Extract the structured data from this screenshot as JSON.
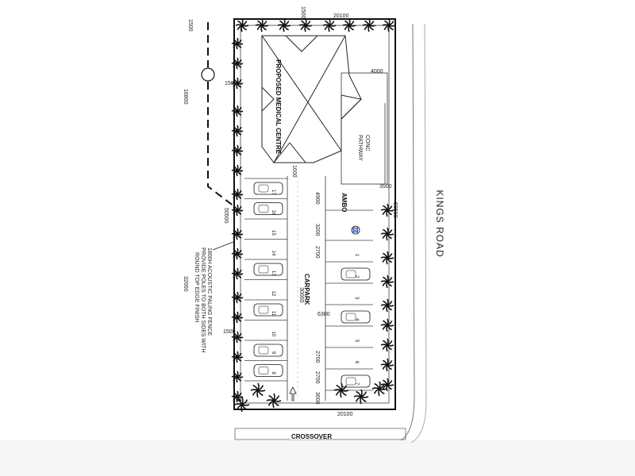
{
  "plan": {
    "road_name": "KINGS ROAD",
    "building_label": "PROPOSED MEDICAL CENTRE",
    "building_small_note": "",
    "pathway_label": [
      "CONC",
      "PATHWAY"
    ],
    "ambo_label": "AMBO",
    "carpark_label": "CARPARK",
    "crossover_label": "CROSSOVER",
    "fence_note": [
      "1800H ACOUSTIC PALING FENCE",
      "PROVIDE POLES TO BOTH SIDES WITH",
      "ROUND TOP EDGE FINISH"
    ]
  },
  "dimensions": {
    "top_width": "20100",
    "bottom_width": "20100",
    "top_offset": "1500",
    "left_top_1500": "1500",
    "left_bottom_1500": "1500",
    "front_setback": "4000",
    "left_16800": "16800",
    "left_32000": "32000",
    "overall_50500_left": "50500",
    "overall_50500_right": "50500",
    "top_left_1500": "1500",
    "aisle_1600": "1600",
    "d_4900": "4900",
    "d_3200": "3200",
    "d_2700_a": "2700",
    "carpark_30000": "30000",
    "aisle_6300": "6300",
    "d_2700_b": "2700",
    "d_2700_c": "2700",
    "d_3600": "3600",
    "right_3500": "3500"
  },
  "left_bays": [
    "17",
    "16",
    "15",
    "14",
    "13",
    "12",
    "11",
    "10",
    "9",
    "8"
  ],
  "right_bays": [
    "1",
    "2",
    "3",
    "4",
    "5",
    "6",
    "7"
  ],
  "bays_with_car": {
    "left": [
      "17",
      "16",
      "13",
      "11",
      "9",
      "8"
    ],
    "right": [
      "2",
      "4",
      "7"
    ]
  },
  "accessible_symbol": "♿"
}
